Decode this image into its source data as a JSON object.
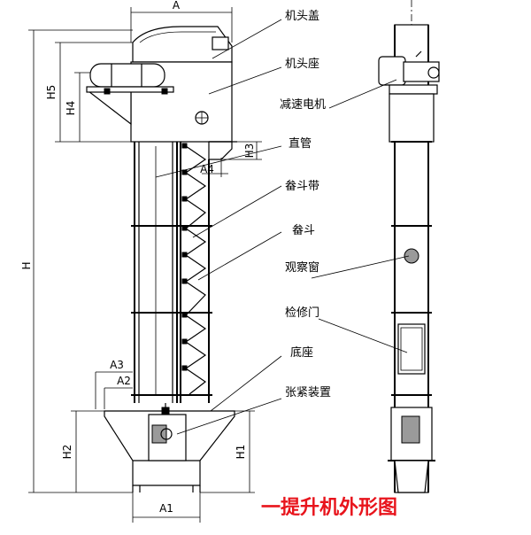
{
  "dimensions": {
    "A": "A",
    "A1": "A1",
    "A2": "A2",
    "A3": "A3",
    "A4": "A4",
    "H": "H",
    "H1": "H1",
    "H2": "H2",
    "H3": "H3",
    "H4": "H4",
    "H5": "H5"
  },
  "callouts": {
    "head_cover": "机头盖",
    "head_seat": "机头座",
    "reducer_motor": "减速电机",
    "straight_pipe": "直管",
    "bucket_belt": "畚斗带",
    "bucket": "畚斗",
    "observation_window": "观察窗",
    "access_door": "检修门",
    "base": "底座",
    "tension_device": "张紧装置"
  },
  "caption": "一提升机外形图"
}
